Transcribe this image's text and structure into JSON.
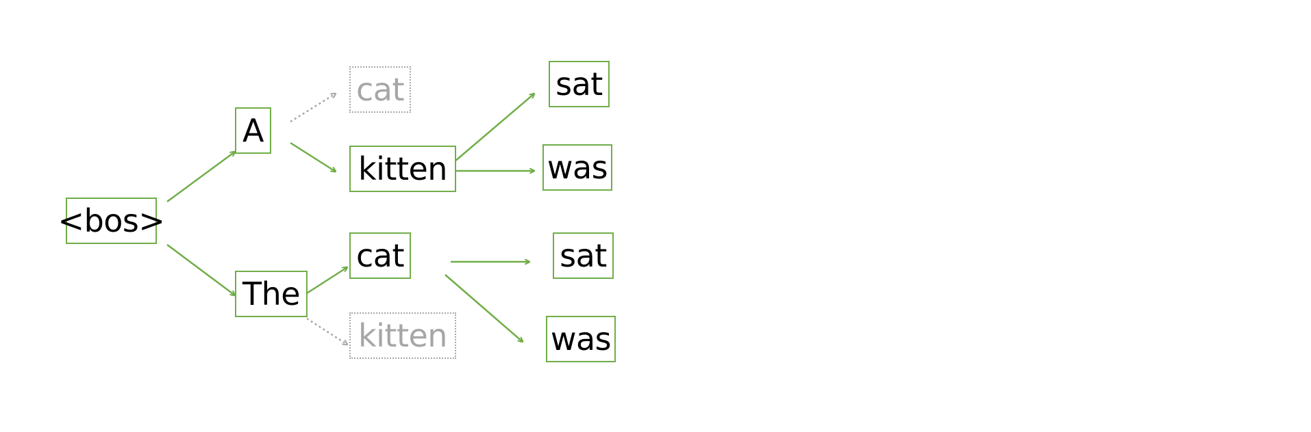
{
  "colors": {
    "active": "#70ad47",
    "pruned": "#a6a6a6",
    "text": "#000000",
    "background": "#ffffff"
  },
  "nodes": {
    "bos": "<bos>",
    "a": "A",
    "the": "The",
    "a_cat": "cat",
    "a_kitten": "kitten",
    "the_cat": "cat",
    "the_kitten": "kitten",
    "a_kitten_sat": "sat",
    "a_kitten_was": "was",
    "the_cat_sat": "sat",
    "the_cat_was": "was"
  }
}
